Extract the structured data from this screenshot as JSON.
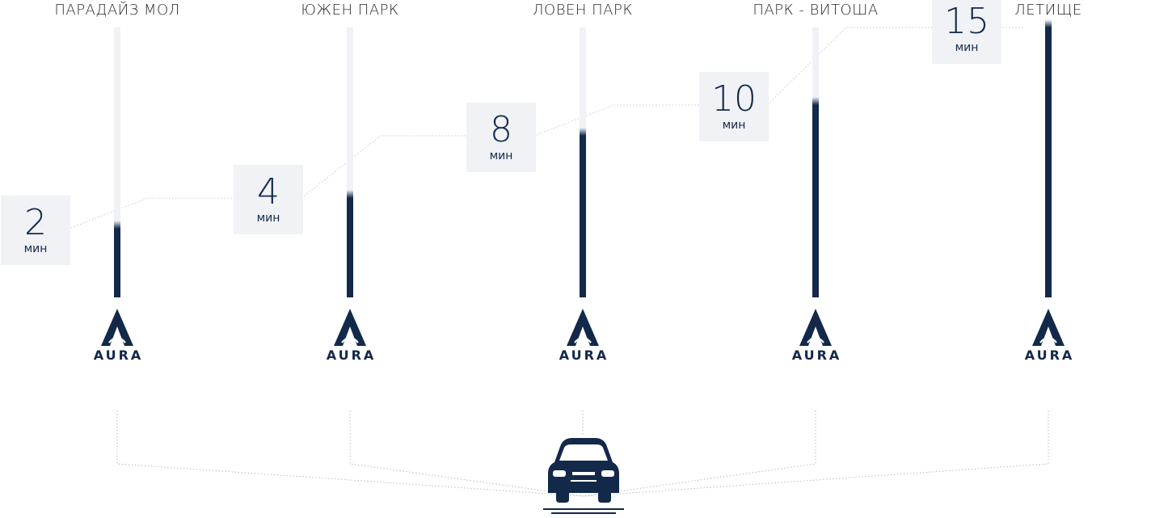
{
  "chart_data": {
    "type": "bar",
    "categories": [
      "ПАРАДАЙЗ МОЛ",
      "ЮЖЕН ПАРК",
      "ЛОВЕН ПАРК",
      "ПАРК - ВИТОША",
      "ЛЕТИЩЕ"
    ],
    "values": [
      2,
      4,
      8,
      10,
      15
    ],
    "unit": "мин",
    "ylim": [
      0,
      15
    ],
    "title": "",
    "xlabel": "",
    "ylabel": ""
  },
  "brand": {
    "name": "AURA",
    "color": "#12294a",
    "track_color": "#f1f2f6",
    "box_color": "#f1f2f6"
  },
  "icons": {
    "logo": "aura-a-logo-icon",
    "vehicle": "car-icon"
  }
}
